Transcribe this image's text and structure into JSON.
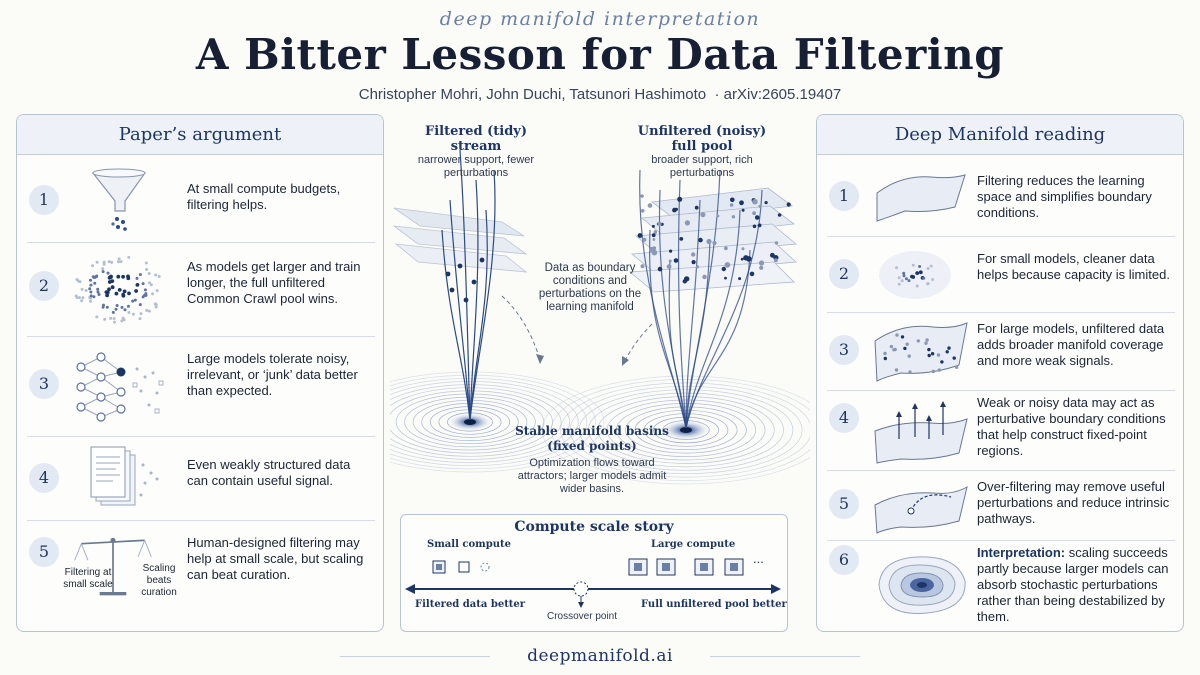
{
  "header": {
    "kicker": "deep manifold interpretation",
    "title": "A Bitter Lesson for Data Filtering",
    "authors": "Christopher Mohri, John Duchi, Tatsunori Hashimoto",
    "arxiv": "arXiv:2605.19407"
  },
  "left_panel": {
    "title": "Paper’s argument",
    "items": [
      {
        "num": "1",
        "text": "At small compute budgets, filtering helps.",
        "icon": "funnel-icon"
      },
      {
        "num": "2",
        "text": "As models get larger and train longer, the full unfiltered Common Crawl pool wins.",
        "icon": "dot-cloud-icon"
      },
      {
        "num": "3",
        "text": "Large models tolerate noisy, irrelevant, or ‘junk’ data better than expected.",
        "icon": "network-icon"
      },
      {
        "num": "4",
        "text": "Even weakly structured data can contain useful signal.",
        "icon": "documents-icon"
      },
      {
        "num": "5",
        "text": "Human-designed filtering may help at small scale, but scaling can beat curation.",
        "icon": "scale-balance-icon"
      }
    ],
    "balance_left": "Filtering at small scale",
    "balance_right": "Scaling beats curation"
  },
  "center": {
    "filtered_title": "Filtered (tidy) stream",
    "filtered_desc": "narrower support, fewer perturbations",
    "unfiltered_title": "Unfiltered (noisy) full pool",
    "unfiltered_desc": "broader support, rich perturbations",
    "middle_note": "Data as boundary conditions and perturbations on the learning manifold",
    "basin_title": "Stable manifold basins (fixed points)",
    "basin_desc": "Optimization flows toward attractors; larger models admit wider basins."
  },
  "compute_story": {
    "title": "Compute scale story",
    "small_label": "Small compute",
    "large_label": "Large compute",
    "left_caption": "Filtered data better",
    "right_caption": "Full unfiltered pool better",
    "crossover": "Crossover point",
    "ellipsis": "..."
  },
  "right_panel": {
    "title": "Deep Manifold reading",
    "items": [
      {
        "num": "1",
        "text": "Filtering reduces the learning space and simplifies boundary conditions.",
        "icon": "sheet-icon"
      },
      {
        "num": "2",
        "text": "For small models, cleaner data helps because capacity is limited.",
        "icon": "small-cloud-icon"
      },
      {
        "num": "3",
        "text": "For large models, unfiltered data adds broader manifold coverage and more weak signals.",
        "icon": "dotted-sheet-icon"
      },
      {
        "num": "4",
        "text": "Weak or noisy data may act as perturbative boundary conditions that help construct fixed-point regions.",
        "icon": "arrows-sheet-icon"
      },
      {
        "num": "5",
        "text": "Over-filtering may remove useful perturbations and reduce intrinsic pathways.",
        "icon": "pathway-sheet-icon"
      },
      {
        "num": "6",
        "interp_label": "Interpretation:",
        "text": "scaling succeeds partly because larger models can absorb stochastic perturbations rather than being destabilized by them.",
        "icon": "basin-contour-icon"
      }
    ]
  },
  "footer": "deepmanifold.ai",
  "colors": {
    "navy": "#1d3563",
    "accent": "#2c4a86",
    "panel_border": "#b6c4da"
  }
}
